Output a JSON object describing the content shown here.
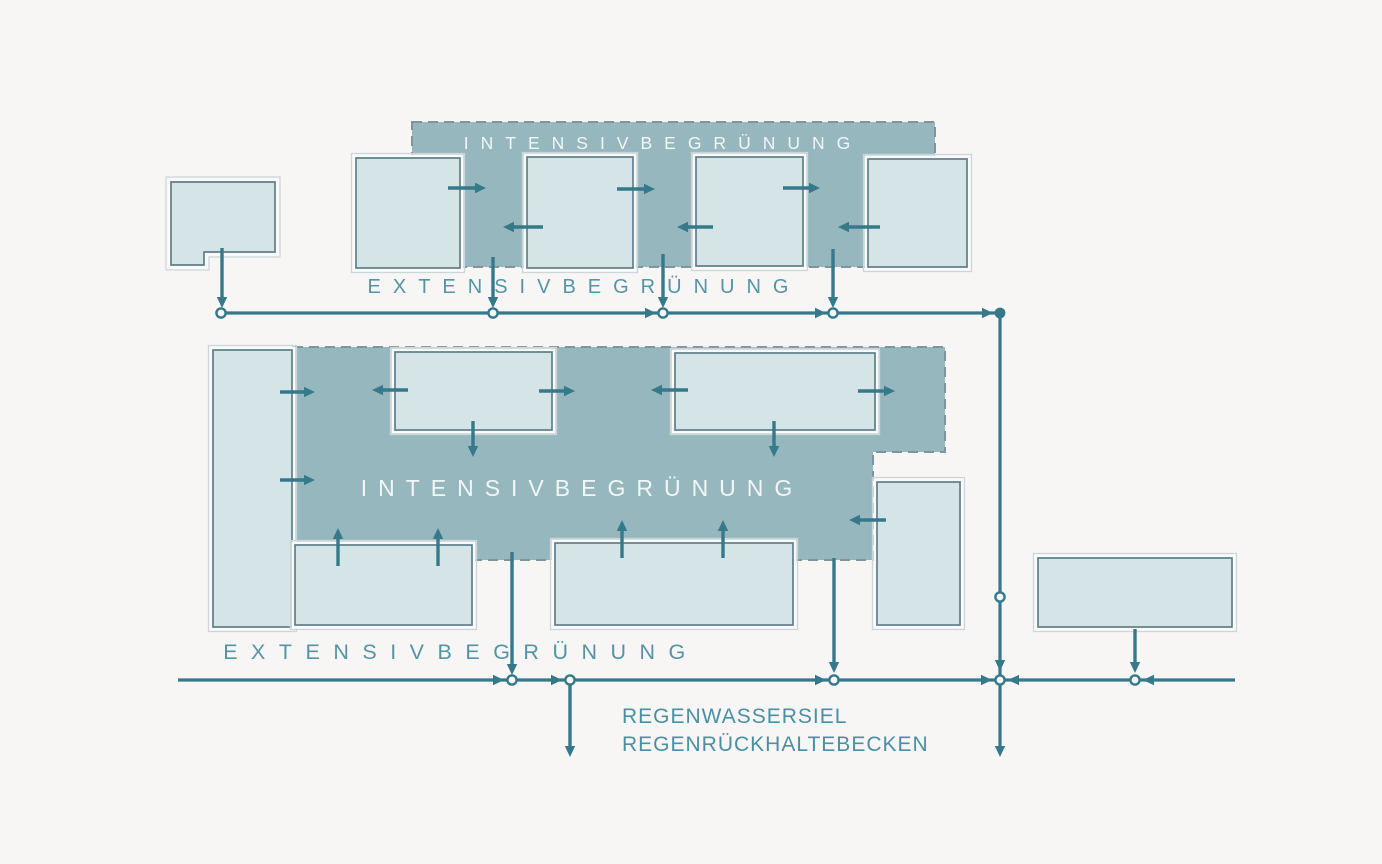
{
  "diagram": {
    "labels": {
      "top_intensive": "INTENSIVBEGRÜNUNG",
      "top_extensive": "EXTENSIVBEGRÜNUNG",
      "middle_intensive": "INTENSIVBEGRÜNUNG",
      "middle_extensive": "EXTENSIVBEGRÜNUNG",
      "outfall_line1": "REGENWASSERSIEL",
      "outfall_line2": "REGENRÜCKHALTEBECKEN"
    }
  },
  "colors": {
    "bg": "#f7f6f5",
    "roof_dark": "#96b7be",
    "building_fill": "#d5e4e6",
    "building_stroke": "#5f7e8a",
    "building_halo": "#fafaf9",
    "building_outer": "#ccd6da",
    "pipe": "#35798b",
    "dash": "#7f949c",
    "label_light": "#f2f6f6",
    "label_teal": "#5494a5",
    "label_outfall": "#4a8fa4"
  }
}
